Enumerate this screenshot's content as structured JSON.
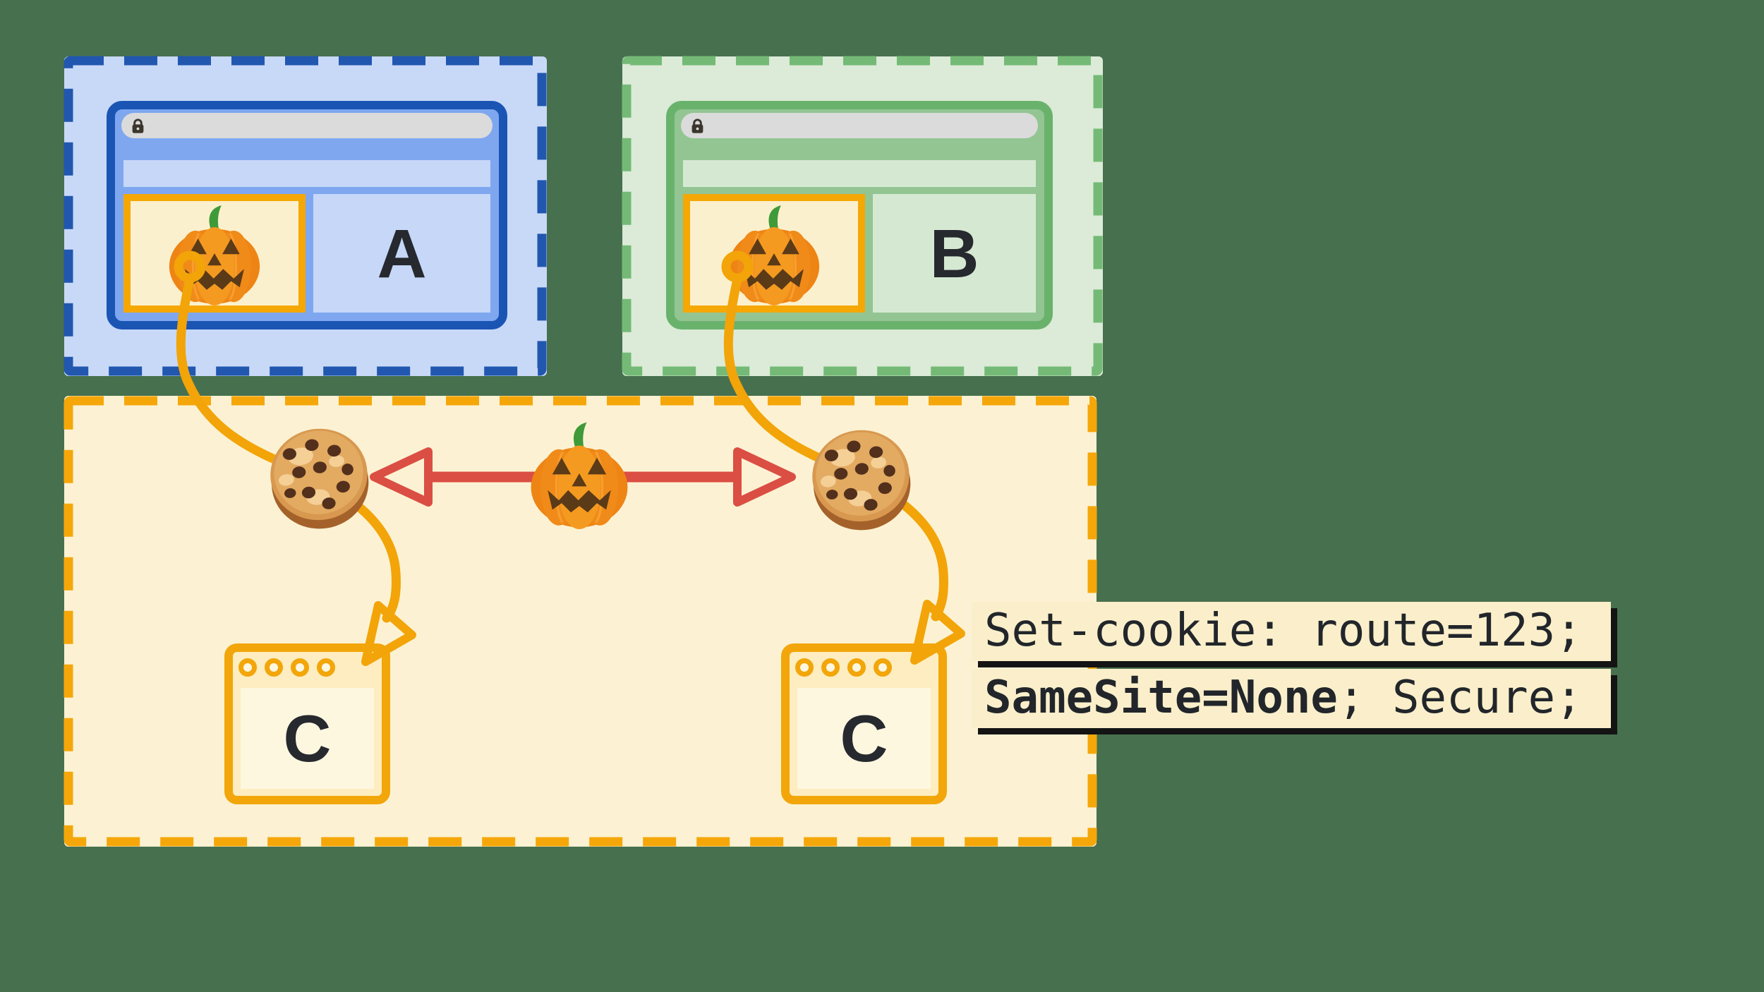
{
  "sites": {
    "a": {
      "label": "A",
      "dash_color": "#2157AF",
      "fill": "#C8D9F8",
      "window_border": "#1B55B4",
      "window_fill": "#7EA7F0",
      "panel_fill": "#C6D7F8"
    },
    "b": {
      "label": "B",
      "dash_color": "#74BA76",
      "fill": "#DBEBD7",
      "window_border": "#69B26C",
      "window_fill": "#93C593",
      "panel_fill": "#D5E9D2"
    },
    "c": {
      "dash_color": "#F5A70A",
      "fill": "#FCF2D3",
      "iframe_border": "#F5A704",
      "iframe_fill": "#FBF0CD",
      "window_border": "#F2A60A",
      "window_fill": "#FDEDC0",
      "window_inner_fill": "#FEF7E0",
      "windows": [
        {
          "label": "C"
        },
        {
          "label": "C"
        }
      ]
    }
  },
  "icons": {
    "pumpkin": "🎃",
    "cookie": "🍪",
    "lock": "🔒"
  },
  "colors": {
    "background": "#47704E",
    "connector": "#F2A408",
    "sync_arrow": "#DB4E43",
    "letter": "#26292E",
    "address_bar": "#DBDBDB"
  },
  "code_snippet": {
    "line1": "Set-cookie: route=123;",
    "line2_bold": "SameSite=None",
    "line2_rest": "; Secure;",
    "background": "#FAEFCA",
    "text_color": "#22262B",
    "shadow_color": "#141414"
  }
}
